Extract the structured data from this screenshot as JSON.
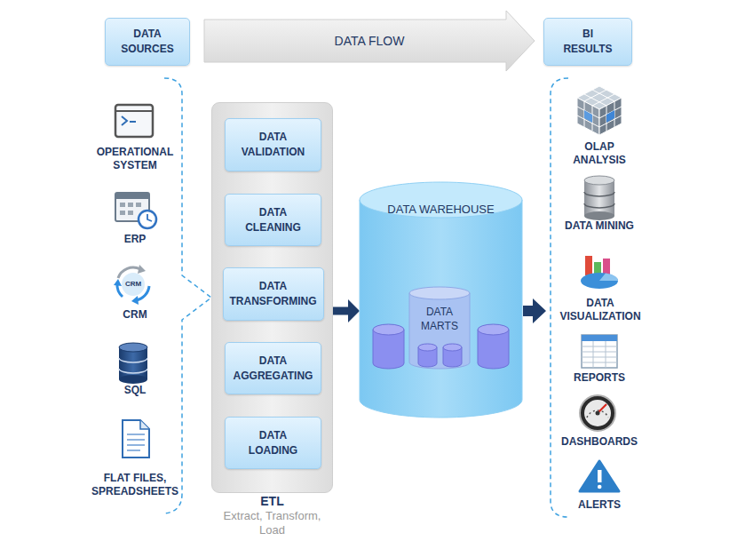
{
  "diagram": {
    "nodes": [
      {
        "text": [
          "DATA SOURCES"
        ]
      },
      {
        "text": [
          "DATA FLOW"
        ]
      },
      {
        "text": [
          "BI RESULTS"
        ]
      },
      {
        "text": [
          "ETL",
          "Extract, Transform, Load"
        ]
      },
      {
        "text": [
          "DATA VALIDATION"
        ],
        "in": 3
      },
      {
        "text": [
          "DATA CLEANING"
        ],
        "in": 3
      },
      {
        "text": [
          "DATA TRANSFORMING"
        ],
        "in": 3
      },
      {
        "text": [
          "DATA AGGREGATING"
        ],
        "in": 3
      },
      {
        "text": [
          "DATA LOADING"
        ],
        "in": 3
      },
      {
        "text": [
          "DATA WAREHOUSE"
        ]
      },
      {
        "text": [
          "DATA MARTS"
        ],
        "in": 9
      }
    ],
    "edges": [
      {
        "from": 4,
        "to": 5,
        "arrow": "to"
      },
      {
        "from": 5,
        "to": 6,
        "arrow": "to"
      },
      {
        "from": 6,
        "to": 7,
        "arrow": "to"
      },
      {
        "from": 7,
        "to": 8,
        "arrow": "to"
      },
      {
        "from": 3,
        "to": 9,
        "arrow": "to"
      }
    ],
    "labels": [
      "OPERATIONAL SYSTEM",
      "ERP",
      "CRM",
      "CRM",
      "SQL",
      "FLAT FILES, SPREADSHEETS",
      "OLAP ANALYSIS",
      "DATA MINING",
      "DATA VISUALIZATION",
      "REPORTS",
      "DASHBOARDS",
      "ALERTS"
    ]
  }
}
